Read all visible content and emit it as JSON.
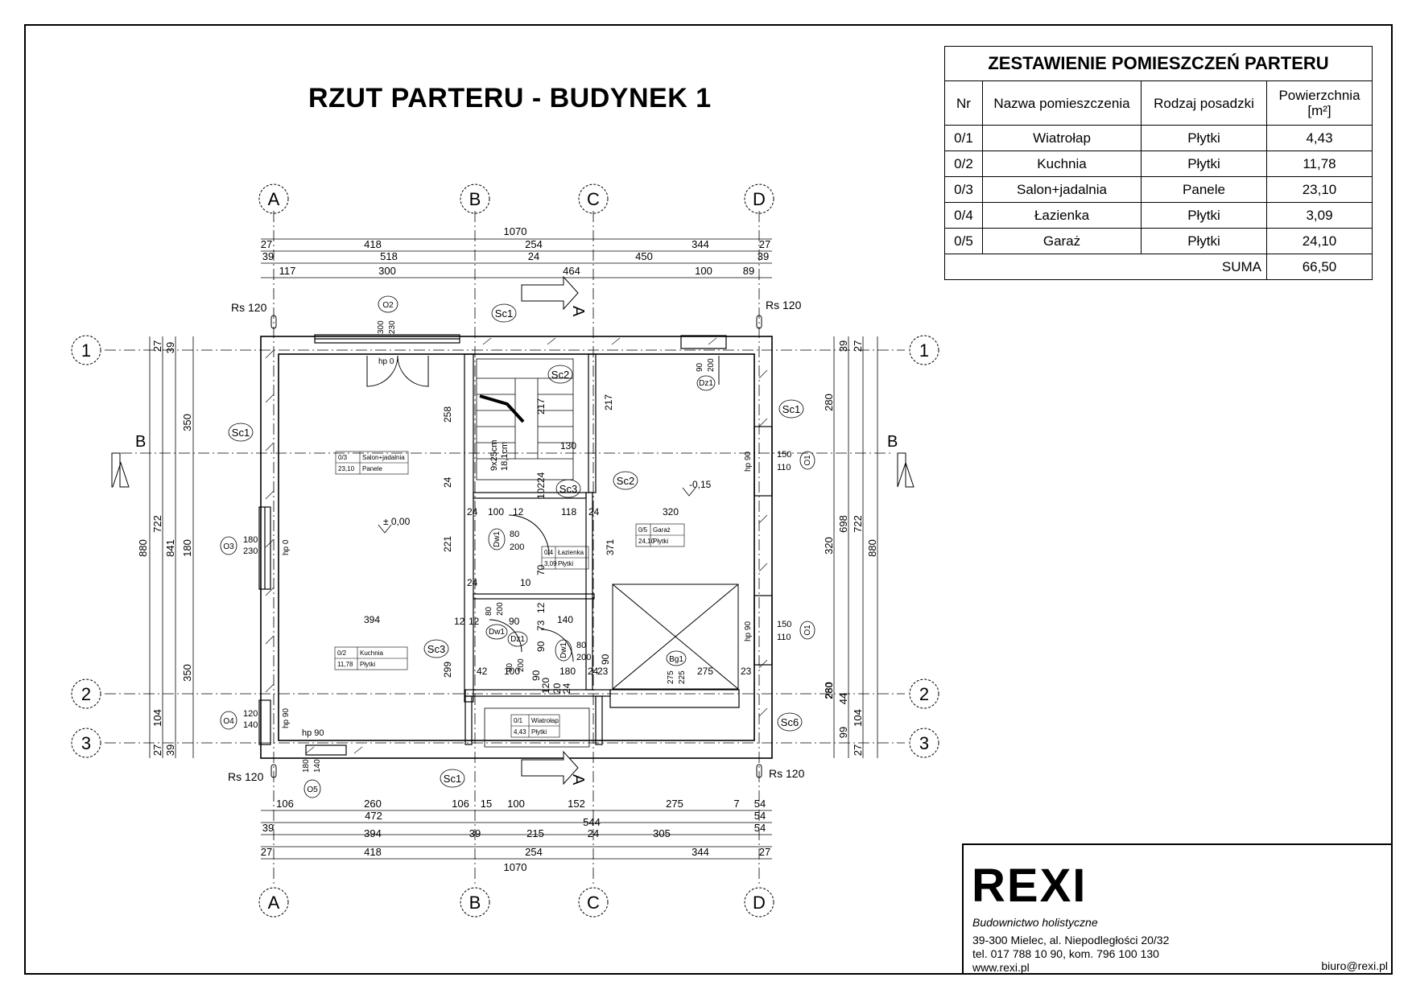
{
  "title": "RZUT PARTERU - BUDYNEK 1",
  "rooms_table": {
    "heading": "ZESTAWIENIE POMIESZCZEŃ PARTERU",
    "columns": [
      "Nr",
      "Nazwa pomieszczenia",
      "Rodzaj posadzki",
      "Powierzchnia [m²]"
    ],
    "rows": [
      {
        "nr": "0/1",
        "name": "Wiatrołap",
        "floor": "Płytki",
        "area": "4,43"
      },
      {
        "nr": "0/2",
        "name": "Kuchnia",
        "floor": "Płytki",
        "area": "11,78"
      },
      {
        "nr": "0/3",
        "name": "Salon+jadalnia",
        "floor": "Panele",
        "area": "23,10"
      },
      {
        "nr": "0/4",
        "name": "Łazienka",
        "floor": "Płytki",
        "area": "3,09"
      },
      {
        "nr": "0/5",
        "name": "Garaż",
        "floor": "Płytki",
        "area": "24,10"
      }
    ],
    "sum_label": "SUMA",
    "sum_value": "66,50"
  },
  "title_block": {
    "logo": "REXI",
    "tagline": "Budownictwo holistyczne",
    "address_line1": "39-300 Mielec, al. Niepodległości 20/32",
    "address_line2": "tel. 017 788 10 90, kom. 796 100 130",
    "website": "www.rexi.pl",
    "email": "biuro@rexi.pl"
  },
  "grid_axes": {
    "letters": [
      "A",
      "B",
      "C",
      "D"
    ],
    "numbers": [
      "1",
      "2",
      "3"
    ]
  },
  "section_marks": {
    "a": "A",
    "b": "B"
  },
  "top_dimensions": {
    "overall": "1070",
    "row1": [
      "27",
      "418",
      "254",
      "344",
      "27"
    ],
    "row2": [
      "39",
      "518",
      "24",
      "450",
      "39"
    ],
    "row3": [
      "117",
      "300",
      "464",
      "100",
      "89"
    ]
  },
  "bottom_dimensions": {
    "row1": [
      "106",
      "260",
      "106",
      "15",
      "100",
      "152",
      "275",
      "7",
      "54"
    ],
    "row2": [
      "472",
      "544",
      "54"
    ],
    "row3": [
      "39",
      "394",
      "39",
      "215",
      "24",
      "305",
      "54"
    ],
    "row4": [
      "27",
      "418",
      "254",
      "344",
      "27"
    ],
    "overall": "1070"
  },
  "left_dimensions": {
    "outer": [
      "27",
      "39",
      "350",
      "180",
      "350",
      "104",
      "27",
      "39"
    ],
    "totals": [
      "880",
      "722",
      "841"
    ]
  },
  "right_dimensions": {
    "outer": [
      "39",
      "27",
      "280",
      "320",
      "280",
      "44",
      "99",
      "104",
      "27"
    ],
    "totals": [
      "698",
      "722",
      "880"
    ]
  },
  "rain_pipes": [
    "Rs 120",
    "Rs 120",
    "Rs 120",
    "Rs 120"
  ],
  "wall_tags": [
    "Sc1",
    "Sc1",
    "Sc1",
    "Sc1",
    "Sc2",
    "Sc2",
    "Sc3",
    "Sc3",
    "Sc6"
  ],
  "opening_tags": {
    "o2": {
      "tag": "O2",
      "w": "300",
      "h": "230",
      "hp": "hp 0"
    },
    "o3": {
      "tag": "O3",
      "w": "180",
      "h": "230",
      "hp": "hp 0"
    },
    "o4": {
      "tag": "O4",
      "w": "120",
      "h": "140",
      "hp": "hp 90"
    },
    "o5": {
      "tag": "O5",
      "w": "180",
      "h": "140",
      "hp": "hp 90"
    },
    "o1a": {
      "tag": "O1",
      "w": "150",
      "h": "110",
      "hp": "hp 90"
    },
    "o1b": {
      "tag": "O1",
      "w": "150",
      "h": "110",
      "hp": "hp 90"
    },
    "dz1_top": {
      "tag": "Dz1",
      "w": "90",
      "h": "200"
    },
    "dz1_mid": {
      "tag": "Dz1",
      "w": "90",
      "h": "200"
    },
    "dw1_a": {
      "tag": "Dw1",
      "w": "80",
      "h": "200"
    },
    "dw1_b": {
      "tag": "Dw1",
      "w": "80",
      "h": "200"
    },
    "dw1_c": {
      "tag": "Dw1",
      "w": "80",
      "h": "200"
    },
    "bg1": {
      "tag": "Bg1",
      "w": "275",
      "h": "225"
    }
  },
  "room_labels": [
    {
      "nr": "0/3",
      "name": "Salon+jadalnia",
      "area": "23,10",
      "floor": "Panele"
    },
    {
      "nr": "0/2",
      "name": "Kuchnia",
      "area": "11,78",
      "floor": "Płytki"
    },
    {
      "nr": "0/4",
      "name": "Łazienka",
      "area": "3,09",
      "floor": "Płytki"
    },
    {
      "nr": "0/5",
      "name": "Garaż",
      "area": "24,10",
      "floor": "Płytki"
    },
    {
      "nr": "0/1",
      "name": "Wiatrołap",
      "area": "4,43",
      "floor": "Płytki"
    }
  ],
  "levels": {
    "main": "± 0,00",
    "garage": "-0,15"
  },
  "stairs": {
    "count": "9x25cm",
    "height": "18,1cm"
  },
  "inner_dimensions": [
    "258",
    "217",
    "217",
    "130",
    "24",
    "102",
    "24",
    "221",
    "24",
    "100",
    "12",
    "118",
    "24",
    "320",
    "371",
    "394",
    "12",
    "12",
    "90",
    "73",
    "12",
    "140",
    "90",
    "70",
    "90",
    "10",
    "24",
    "299",
    "42",
    "100",
    "90",
    "180",
    "24",
    "23",
    "275",
    "23",
    "120",
    "20",
    "280",
    "24"
  ]
}
